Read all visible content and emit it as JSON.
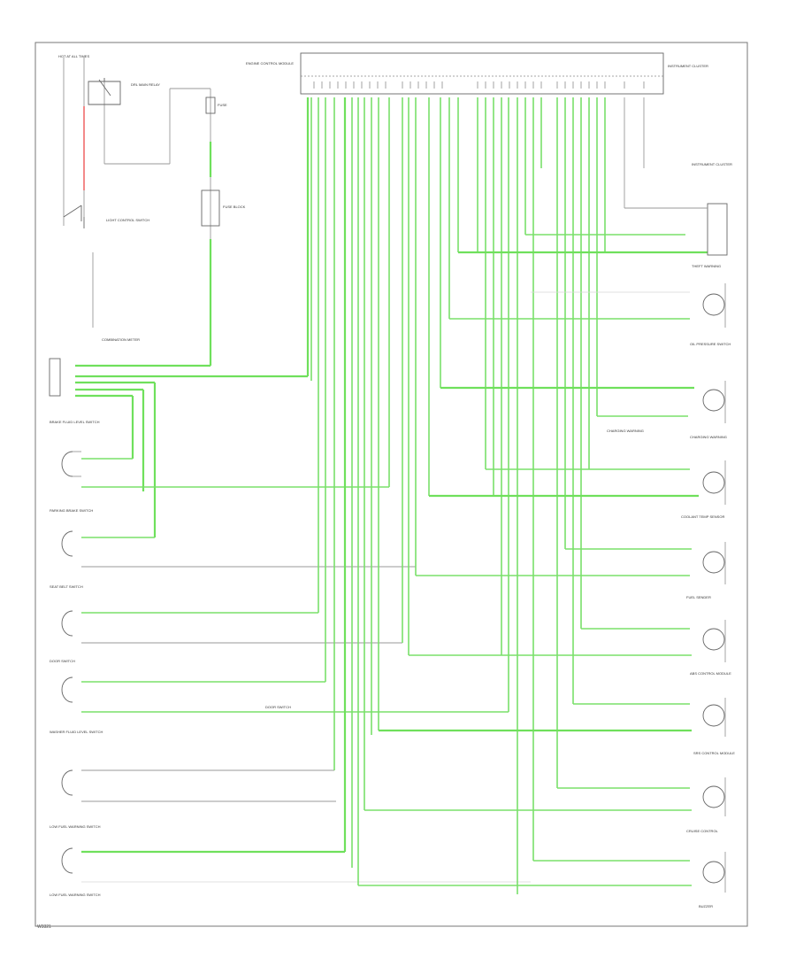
{
  "header": {
    "hot_at_all_times": "HOT AT ALL TIMES",
    "relay": "DRL MAIN RELAY",
    "fuse": "FUSE",
    "engine_control_module": "ENGINE CONTROL MODULE",
    "instrument_cluster": "INSTRUMENT CLUSTER"
  },
  "left_column": {
    "light_control_switch": "LIGHT CONTROL SWITCH",
    "fuse_block": "FUSE BLOCK",
    "combination_meter": "COMBINATION METER"
  },
  "left_components": [
    {
      "id": "brake-fluid-level-switch",
      "label": "BRAKE FLUID LEVEL SWITCH"
    },
    {
      "id": "parking-brake-switch",
      "label": "PARKING BRAKE SWITCH"
    },
    {
      "id": "seat-belt-switch",
      "label": "SEAT BELT SWITCH"
    },
    {
      "id": "door-switch",
      "label": "DOOR SWITCH"
    },
    {
      "id": "washer-fluid-switch",
      "label": "WASHER FLUID LEVEL SWITCH"
    },
    {
      "id": "low-fuel-warning-switch",
      "label": "LOW FUEL WARNING SWITCH"
    }
  ],
  "right_components": [
    {
      "id": "theft-warning",
      "label": "THEFT WARNING"
    },
    {
      "id": "oil-pressure-switch",
      "label": "OIL PRESSURE SWITCH"
    },
    {
      "id": "charging-warning",
      "label": "CHARGING WARNING"
    },
    {
      "id": "coolant-temp-sensor",
      "label": "COOLANT TEMP SENSOR"
    },
    {
      "id": "fuel-sender",
      "label": "FUEL SENDER"
    },
    {
      "id": "abs-control",
      "label": "ABS CONTROL MODULE"
    },
    {
      "id": "srs-control",
      "label": "SRS CONTROL MODULE"
    },
    {
      "id": "cruise-control",
      "label": "CRUISE CONTROL"
    },
    {
      "id": "buzzer",
      "label": "BUZZER"
    }
  ],
  "wire_colors": {
    "green": "#7ae06a",
    "black": "#999999",
    "red": "#f06c6c"
  },
  "footer": {
    "figure_id": "W3321"
  }
}
